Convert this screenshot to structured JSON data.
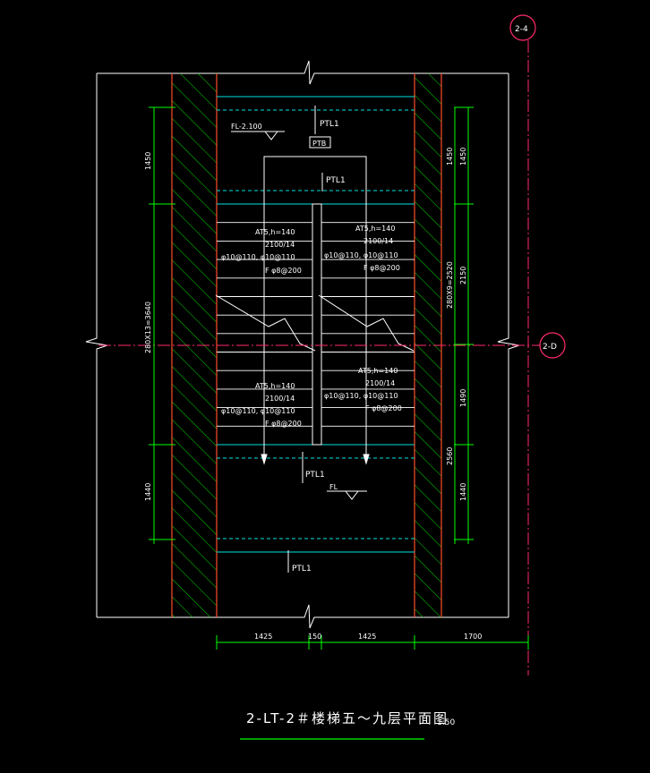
{
  "grid_axes": {
    "vertical": "2-4",
    "horizontal": "2-D"
  },
  "labels": {
    "ptl_top": "PTL1",
    "ptl_mid": "PTL1",
    "ptl_lower": "PTL1",
    "ptl_bottom": "PTL1",
    "ptb": "PTB",
    "floor_level_top": "FL-2.100",
    "floor_level_bottom": "FL"
  },
  "flights": [
    {
      "name": "AT5,h=140",
      "size": "2100/14",
      "bars": "φ10@110, φ10@110",
      "dist": "F φ8@200"
    },
    {
      "name": "AT5,h=140",
      "size": "2100/14",
      "bars": "φ10@110, φ10@110",
      "dist": "F φ8@200"
    },
    {
      "name": "AT5,h=140",
      "size": "2100/14",
      "bars": "φ10@110, φ10@110",
      "dist": "F φ8@200"
    },
    {
      "name": "AT5,h=140",
      "size": "2100/14",
      "bars": "φ10@110, φ10@110",
      "dist": "F φ8@200"
    }
  ],
  "dimensions": {
    "left_top": "1450",
    "left_mid": "280X13=3640",
    "left_bottom": "1440",
    "right_outer": [
      "1450",
      "2150",
      "1490",
      "1440"
    ],
    "right_inner": [
      "1450",
      "280X9=2520",
      "2560"
    ],
    "bottom": [
      "1425",
      "150",
      "1425",
      "1700"
    ]
  },
  "title": {
    "text": "2-LT-2＃楼梯五～九层平面图",
    "scale": "1:50"
  },
  "colors": {
    "outline": "#ffffff",
    "wall_edge": "#ff4b2b",
    "hatch": "#00c800",
    "step": "#ffffff",
    "landing": "#00e0e0",
    "dimension": "#00ff00",
    "axis": "#ff2b6a"
  }
}
